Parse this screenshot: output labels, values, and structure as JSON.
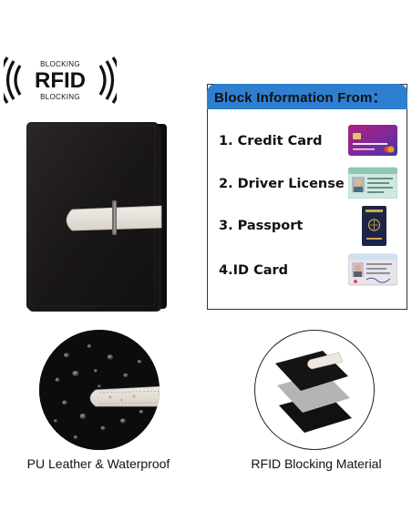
{
  "logo": {
    "top_text": "BLOCKING",
    "main_text": "RFID",
    "bottom_text": "BLOCKING",
    "icon": "signal-waves-icon"
  },
  "info_panel": {
    "title": "Block Information From：",
    "items": [
      {
        "label": "1. Credit Card",
        "icon": "credit-card-icon"
      },
      {
        "label": "2. Driver License",
        "icon": "driver-license-icon"
      },
      {
        "label": "3. Passport",
        "icon": "passport-icon"
      },
      {
        "label": "4.ID Card",
        "icon": "id-card-icon"
      }
    ]
  },
  "features": [
    {
      "caption": "PU Leather & Waterproof",
      "icon": "leather-droplets-image"
    },
    {
      "caption": "RFID Blocking Material",
      "icon": "layered-material-image"
    }
  ],
  "colors": {
    "header_blue": "#2f7fd1",
    "wallet_black": "#1a1718",
    "strap_cream": "#e8e2dc"
  }
}
